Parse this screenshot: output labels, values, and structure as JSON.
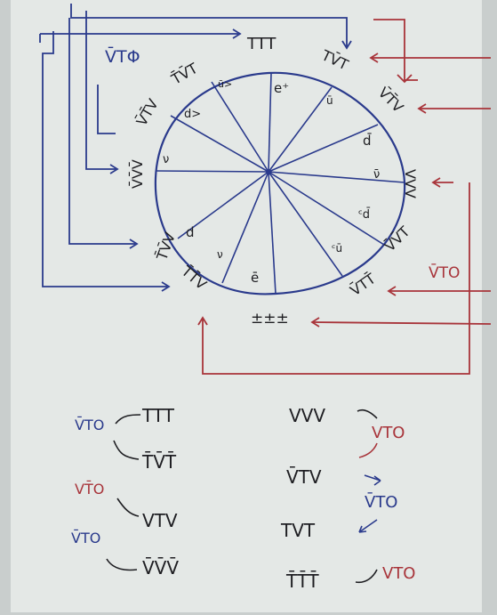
{
  "colors": {
    "board": "#e4e8e6",
    "board_edge": "#c9cecd",
    "ink_blue": "#2a3a8c",
    "ink_red": "#a8343a",
    "ink_black": "#1e1e22"
  },
  "top_left_label": "V̄TΦ",
  "outer_labels": [
    {
      "id": "ttt-top",
      "text": "TTT"
    },
    {
      "id": "tvt",
      "text": "TV̄T"
    },
    {
      "id": "vtv-right",
      "text": "V̄T̄V"
    },
    {
      "id": "vvv-right",
      "text": "VVV"
    },
    {
      "id": "vvt",
      "text": "V̄V̄T"
    },
    {
      "id": "vtt",
      "text": "V̄TT̄"
    },
    {
      "id": "ttt-bottom",
      "text": "±±±"
    },
    {
      "id": "ttv",
      "text": "T̄T̄V"
    },
    {
      "id": "tvv",
      "text": "T̄V̄V"
    },
    {
      "id": "vvv-left",
      "text": "V̄V̄V̄"
    },
    {
      "id": "vtv-left",
      "text": "V̄T̄V"
    },
    {
      "id": "tvt-upper",
      "text": "T̄V̄T"
    }
  ],
  "inner_labels": [
    {
      "id": "e-plus",
      "text": "e⁺"
    },
    {
      "id": "u-bar",
      "text": "ū"
    },
    {
      "id": "d-bar",
      "text": "d̄"
    },
    {
      "id": "nu-bar",
      "text": "ν̄"
    },
    {
      "id": "d-bar-2",
      "text": "ᶜd̄"
    },
    {
      "id": "u-bar-2",
      "text": "ᶜū"
    },
    {
      "id": "e-bar",
      "text": "ē"
    },
    {
      "id": "nu",
      "text": "ν"
    },
    {
      "id": "d",
      "text": "d"
    },
    {
      "id": "nu-2",
      "text": "ν"
    },
    {
      "id": "d-2",
      "text": "d>"
    },
    {
      "id": "u",
      "text": "ū>"
    }
  ],
  "side_label": "V̄TO",
  "rules_left": [
    {
      "lhs": "V̄TO",
      "rhs": "TTT"
    },
    {
      "lhs": "",
      "rhs": "T̄V̄T̄"
    },
    {
      "lhs": "VT̄O",
      "rhs": "VTV"
    },
    {
      "lhs": "V̄TO",
      "rhs": "V̄V̄V̄"
    }
  ],
  "rules_right": [
    {
      "lhs": "VVV",
      "rhs": "VTO"
    },
    {
      "lhs": "V̄TV",
      "rhs": "V̄TO"
    },
    {
      "lhs": "TVT",
      "rhs": ""
    },
    {
      "lhs": "T̄T̄T̄",
      "rhs": "VTO"
    }
  ]
}
